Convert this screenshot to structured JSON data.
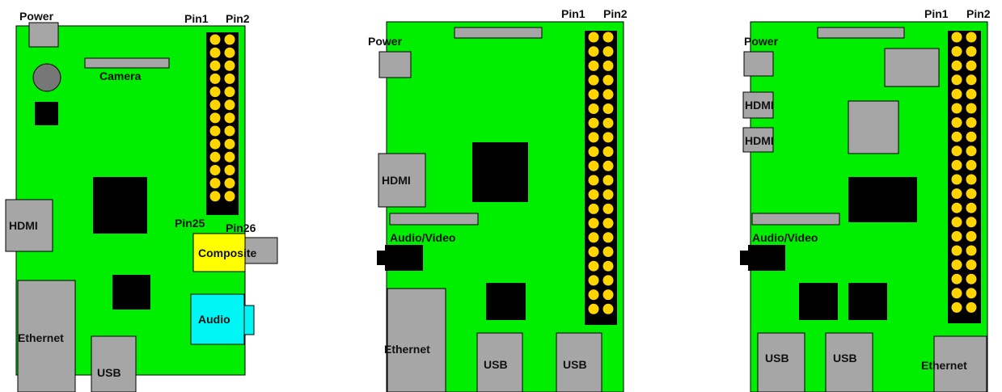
{
  "colors": {
    "board": "#00ee00",
    "connector": "#a6a6a6",
    "chip": "#000000",
    "pin": "#ffd500",
    "composite": "#ffff00",
    "audio": "#00f5f5",
    "camera_circle": "#777777"
  },
  "boards": [
    {
      "labels": {
        "power": "Power",
        "camera": "Camera",
        "pin1": "Pin1",
        "pin2": "Pin2",
        "pin25": "Pin25",
        "pin26": "Pin26",
        "hdmi": "HDMI",
        "composite": "Composite",
        "audio": "Audio",
        "ethernet": "Ethernet",
        "usb": "USB"
      },
      "gpio_pins": 26
    },
    {
      "labels": {
        "power": "Power",
        "pin1": "Pin1",
        "pin2": "Pin2",
        "hdmi": "HDMI",
        "audio_video": "Audio/Video",
        "ethernet": "Ethernet",
        "usb_1": "USB",
        "usb_2": "USB"
      },
      "gpio_pins": 40
    },
    {
      "labels": {
        "power": "Power",
        "pin1": "Pin1",
        "pin2": "Pin2",
        "hdmi_1": "HDMI",
        "hdmi_2": "HDMI",
        "audio_video": "Audio/Video",
        "usb_1": "USB",
        "usb_2": "USB",
        "ethernet": "Ethernet"
      },
      "gpio_pins": 40
    }
  ]
}
